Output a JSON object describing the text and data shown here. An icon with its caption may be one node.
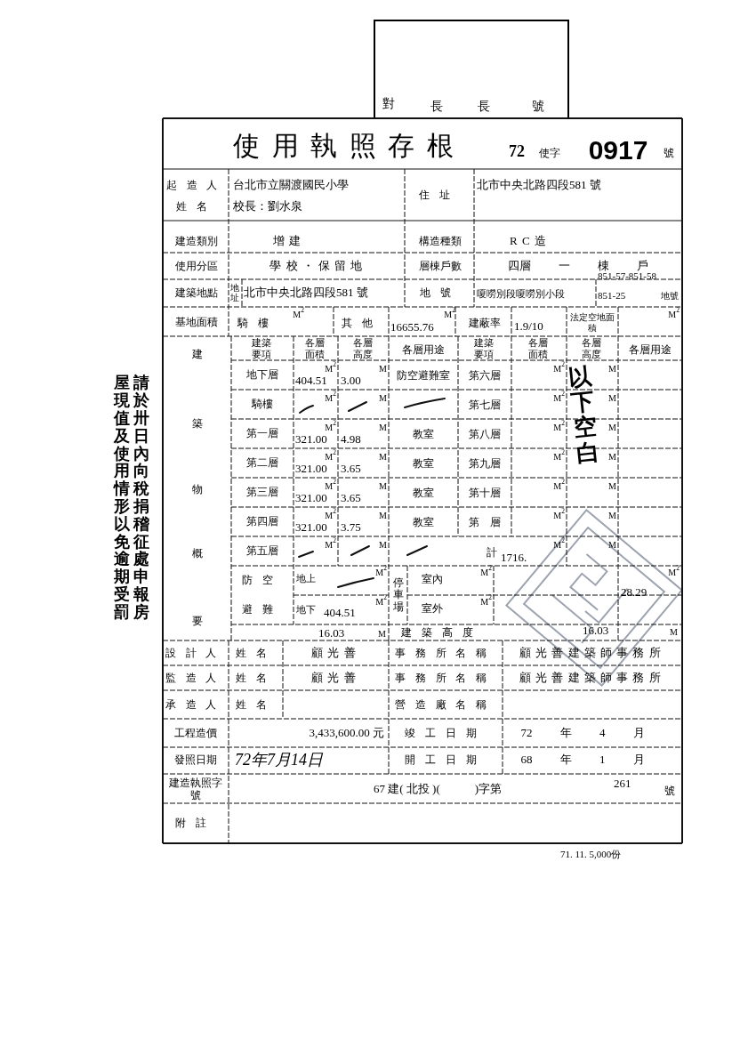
{
  "diagram": {
    "title": "使用執照存根",
    "labels": [
      "對",
      "長",
      "長",
      "號",
      "72",
      "使字",
      "0917",
      "號",
      "起造人",
      "姓名",
      "台北市立關渡國民小學",
      "校長：劉水泉",
      "住址",
      "北市中央北路四段581 號",
      "建造類別",
      "增建",
      "構造種類",
      "RC造",
      "使用分區",
      "學校・保留地",
      "層棟戶數",
      "四層 一 棟 戶",
      "建築地點",
      "地址",
      "北市中央北路四段581 號",
      "地號",
      "嗄嘮別段嗄嘮別小段",
      "851-57-851-58",
      "851-25",
      "地號",
      "基地面積",
      "騎樓",
      "M$^{2}$",
      "其他",
      "16655.76",
      "M$^{2}$",
      "建蔽率",
      "1.9/10",
      "法定空地面積",
      "M$^{2}$",
      "建築要項",
      "各層面積",
      "各層高度",
      "各層用途",
      "建築要項",
      "各層面積",
      "各層高度",
      "各層用途",
      "建",
      "築",
      "物",
      "概",
      "要",
      "地下層",
      "404.51",
      "M$^{2}$",
      "3.00",
      "M",
      "防空避難室",
      "第六層",
      "M$^{2}$",
      "M",
      "騎樓",
      "M$^{2}$",
      "M",
      "第七層",
      "M$^{2}$",
      "M",
      "第一層",
      "321.00",
      "M$^{2}$",
      "4.98",
      "M",
      "教室",
      "第八層",
      "M$^{2}$",
      "M",
      "第二層",
      "321.00",
      "M$^{2}$",
      "3.65",
      "M",
      "教室",
      "第九層",
      "M$^{2}$",
      "M",
      "第三層",
      "321.00",
      "M$^{2}$",
      "3.65",
      "M",
      "教室",
      "第十層",
      "M$^{2}$",
      "M",
      "第四層",
      "321.00",
      "M$^{2}$",
      "3.75",
      "M",
      "教室",
      "第　層",
      "M$^{2}$",
      "M",
      "第五層",
      "M$^{2}$",
      "M",
      "計",
      "1716.",
      "M$^{2}$",
      "M",
      "防空",
      "地上",
      "M$^{2}$",
      "停車場",
      "室內",
      "M$^{2}$",
      "M$^{2}$",
      "28.29",
      "避難",
      "地下",
      "404.51",
      "M$^{2}$",
      "室外",
      "M$^{2}$",
      "16.03",
      "M",
      "建築高度",
      "16.03",
      "M",
      "設計人",
      "姓名",
      "顧光善",
      "事務所名稱",
      "顧光善建築師事務所",
      "監造人",
      "姓名",
      "顧光善",
      "事務所名稱",
      "顧光善建築師事務所",
      "承造人",
      "姓名",
      "營造廠名稱",
      "工程造價",
      "3,433,600.00 元",
      "竣工日期",
      "72 年 4 月",
      "發照日期",
      "72年7月14日",
      "開工日期",
      "68 年 1 月",
      "建造執照字號",
      "67 建( 北投 )(　　　)字第",
      "261",
      "號",
      "附註",
      "71. 11. 5,000份",
      "屋現值及使用情形以免逾期受罰",
      "請於卅日內向稅捐稽征處申報房",
      "以下空白"
    ]
  }
}
